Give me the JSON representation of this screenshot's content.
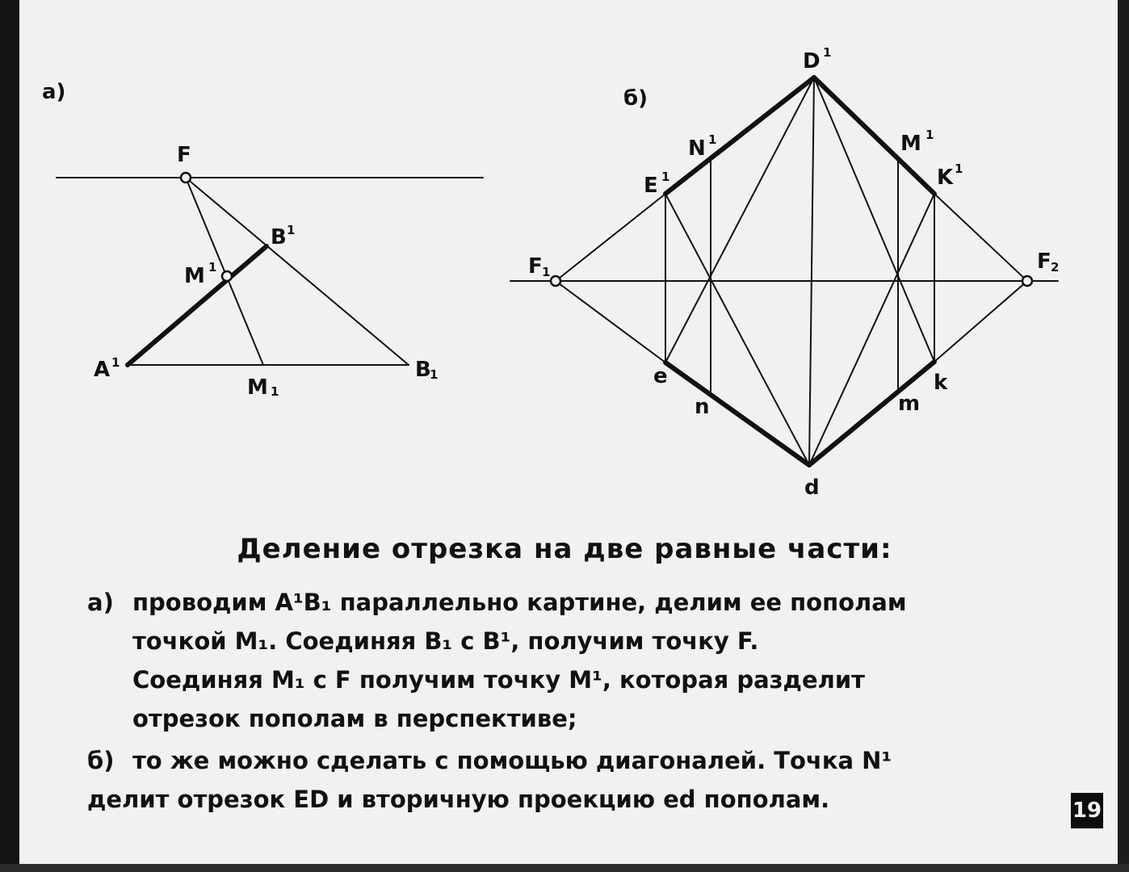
{
  "diagram_a": {
    "panel_label": "а)",
    "points": {
      "F": "F",
      "B_prime": "B",
      "M_prime": "M",
      "A_prime": "A",
      "M_sub": "M",
      "B_sub": "B"
    },
    "superscript": "1",
    "subscript": "1"
  },
  "diagram_b": {
    "panel_label": "б)",
    "points": {
      "D_prime": "D",
      "N_prime": "N",
      "M_prime": "M",
      "E_prime": "E",
      "K_prime": "K",
      "F1": "F",
      "F2": "F",
      "e": "e",
      "k": "k",
      "n": "n",
      "m": "m",
      "d": "d"
    },
    "superscript": "1",
    "sub1": "1",
    "sub2": "2"
  },
  "title": "Деление отрезка на две равные части:",
  "para_a": {
    "marker": "а)",
    "line1": "проводим A¹B₁ параллельно картине, делим ее пополам",
    "line2": "точкой M₁. Соединяя B₁ с B¹, получим точку F.",
    "line3": "Соединяя M₁ с F получим точку M¹, которая разделит",
    "line4": "отрезок пополам в перспективе;"
  },
  "para_b": {
    "marker": "б)",
    "line1": "то же можно сделать с помощью диагоналей. Точка N¹",
    "line2": "делит отрезок ED и вторичную проекцию ed пополам."
  },
  "page_number": "19"
}
